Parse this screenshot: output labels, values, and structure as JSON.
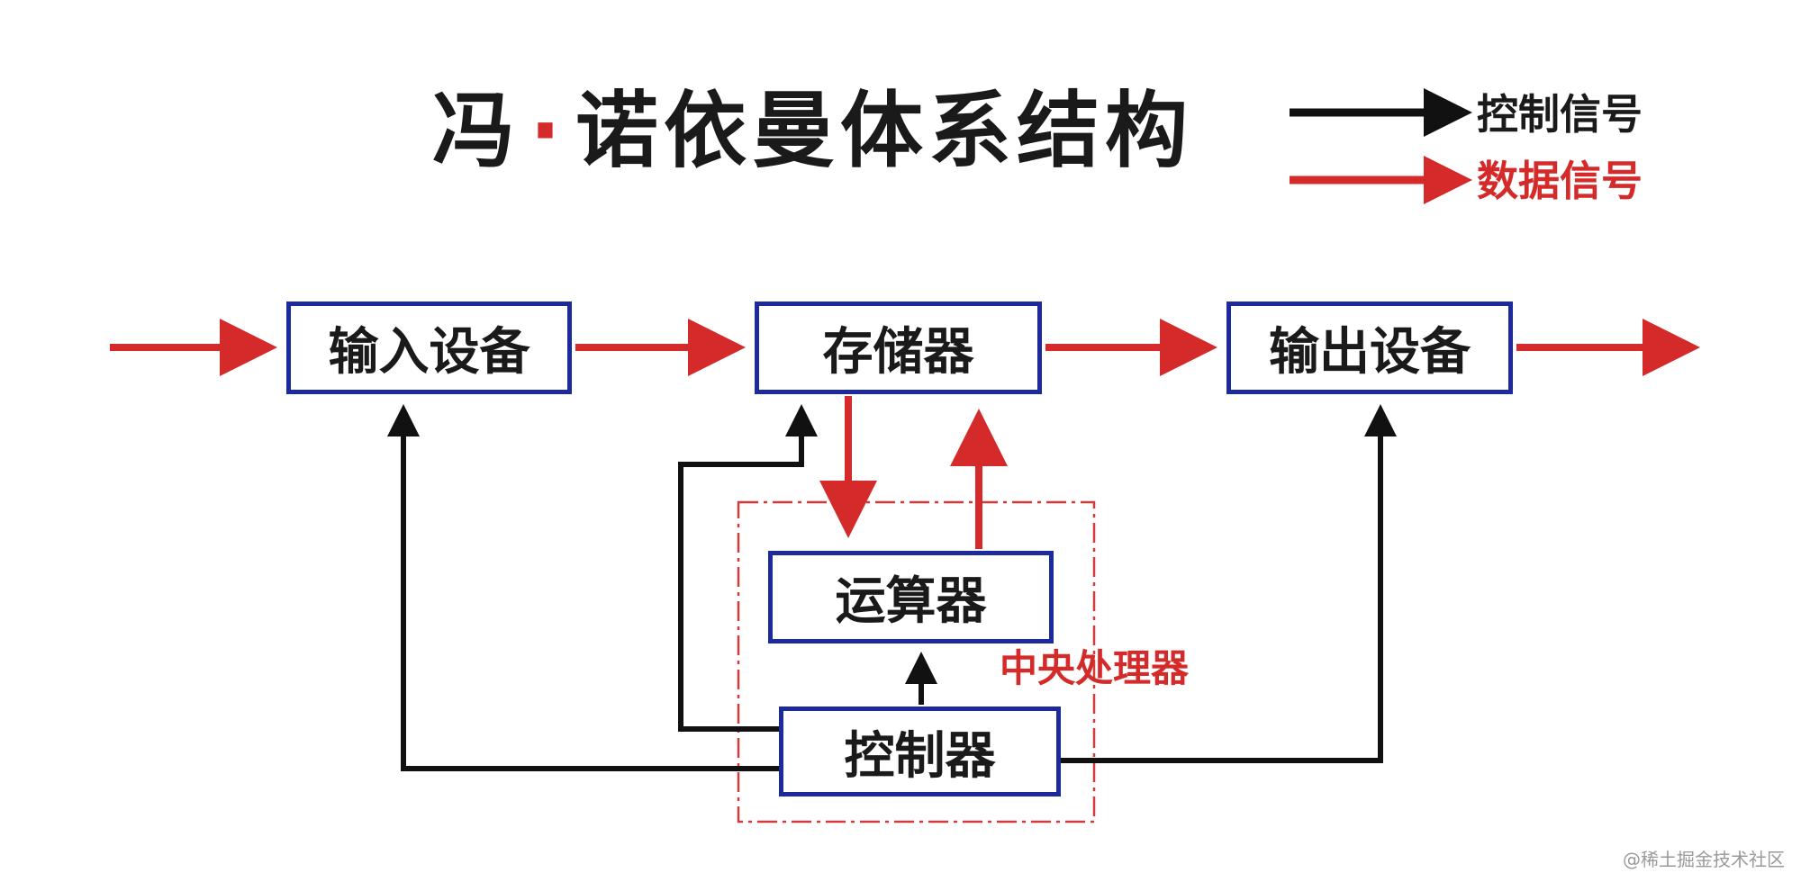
{
  "title": {
    "left": "冯",
    "dot": "·",
    "right": "诺依曼体系结构"
  },
  "legend": {
    "control_label": "控制信号",
    "data_label": "数据信号"
  },
  "nodes": {
    "input": "输入设备",
    "memory": "存储器",
    "output": "输出设备",
    "alu": "运算器",
    "controller": "控制器",
    "cpu": "中央处理器"
  },
  "colors": {
    "data_signal": "#d42a2a",
    "control_signal": "#111111",
    "box_border": "#1c2a9c"
  },
  "watermark": "@稀土掘金技术社区"
}
